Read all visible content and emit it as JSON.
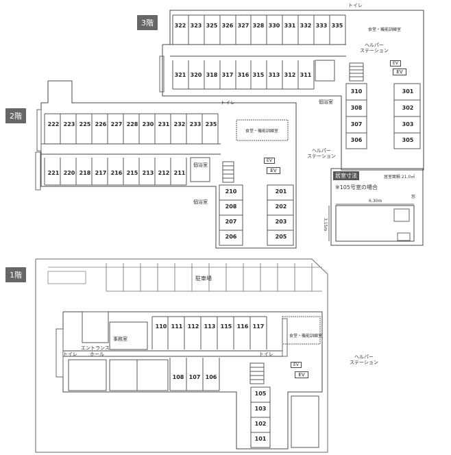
{
  "floors": {
    "f3": {
      "label": "3階",
      "top_rooms": [
        "322",
        "323",
        "325",
        "326",
        "327",
        "328",
        "330",
        "331",
        "332",
        "333",
        "335"
      ],
      "bottom_rooms": [
        "321",
        "320",
        "318",
        "317",
        "316",
        "315",
        "313",
        "312",
        "311"
      ],
      "right_rooms_left": [
        "310",
        "308",
        "307",
        "306"
      ],
      "right_rooms_right": [
        "301",
        "302",
        "303",
        "305"
      ],
      "toilet": "トイレ",
      "helper_station": "ヘルパー\nステーション",
      "ev": "EV",
      "bath": "個浴室",
      "dining": "食堂・機能訓練室"
    },
    "f2": {
      "label": "2階",
      "top_rooms": [
        "222",
        "223",
        "225",
        "226",
        "227",
        "228",
        "230",
        "231",
        "232",
        "233",
        "235"
      ],
      "bottom_rooms": [
        "221",
        "220",
        "218",
        "217",
        "216",
        "215",
        "213",
        "212",
        "211"
      ],
      "right_rooms_left": [
        "210",
        "208",
        "207",
        "206"
      ],
      "right_rooms_right": [
        "201",
        "202",
        "203",
        "205"
      ],
      "toilet": "トイレ",
      "helper_station": "ヘルパー\nステーション",
      "ev": "EV",
      "bath": "個浴室",
      "bath2": "個浴室",
      "dining": "食堂・機能訓練室"
    },
    "f1": {
      "label": "1階",
      "top_rooms": [
        "110",
        "111",
        "112",
        "113",
        "115",
        "116",
        "117"
      ],
      "mid_rooms": [
        "108",
        "107",
        "106"
      ],
      "right_rooms": [
        "105",
        "103",
        "102",
        "101"
      ],
      "parking": "駐車場",
      "entrance": "エントランス",
      "entrance2": "ホール",
      "office": "事務室",
      "toilet": "トイレ",
      "helper_station": "ヘルパー\nステーション",
      "ev": "EV",
      "dining": "食堂・機能訓練室"
    }
  },
  "room_size": {
    "title": "居室寸法",
    "area": "居室面積 21.0㎡",
    "note": "※105号室の場合",
    "width": "6,30m",
    "depth": "3,15m",
    "label_right": "窓"
  }
}
